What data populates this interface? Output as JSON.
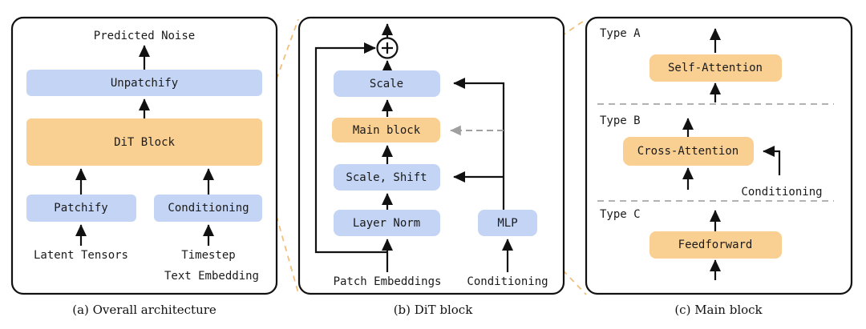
{
  "figure": {
    "title": "DiT architecture diagram",
    "colors": {
      "blue_box": "#c3d4f4",
      "orange_box": "#f9cf92",
      "panel_border": "#111111",
      "zoom_connector": "#f0b464",
      "divider": "#a8a8a8",
      "gray_arrow": "#a0a0a0",
      "background": "#ffffff"
    }
  },
  "panels": {
    "a": {
      "caption": "(a) Overall architecture",
      "output_label": "Predicted Noise",
      "boxes": {
        "unpatchify": "Unpatchify",
        "dit_block": "DiT Block",
        "patchify": "Patchify",
        "conditioning": "Conditioning"
      },
      "inputs": {
        "latent": "Latent Tensors",
        "timestep": "Timestep",
        "text_embedding": "Text Embedding"
      }
    },
    "b": {
      "caption": "(b) DiT block",
      "operator": "+",
      "boxes": {
        "scale": "Scale",
        "main_block": "Main block",
        "scale_shift": "Scale, Shift",
        "layer_norm": "Layer Norm",
        "mlp": "MLP"
      },
      "inputs": {
        "patch_embeddings": "Patch Embeddings",
        "conditioning": "Conditioning"
      }
    },
    "c": {
      "caption": "(c) Main block",
      "types": {
        "a": "Type A",
        "b": "Type B",
        "c": "Type C"
      },
      "boxes": {
        "self_attention": "Self-Attention",
        "cross_attention": "Cross-Attention",
        "feedforward": "Feedforward"
      },
      "inputs": {
        "conditioning": "Conditioning"
      }
    }
  }
}
